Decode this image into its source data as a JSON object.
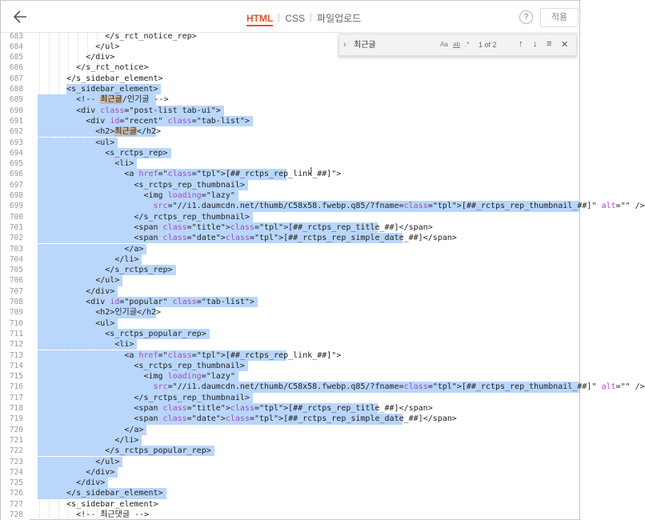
{
  "header": {
    "back_icon": "arrow-left-icon",
    "tabs": [
      {
        "label": "HTML",
        "active": true
      },
      {
        "label": "CSS",
        "active": false
      },
      {
        "label": "파일업로드",
        "active": false
      }
    ],
    "help_label": "?",
    "apply_label": "적용"
  },
  "find": {
    "query": "최근글",
    "match_case": "Aa",
    "whole_word": "ab",
    "regex": ".*",
    "count": "1 of 2",
    "prev_icon": "arrow-up-icon",
    "next_icon": "arrow-down-icon",
    "in_selection_icon": "list-icon",
    "close_icon": "close-icon"
  },
  "colors": {
    "accent": "#e0542b",
    "selection": "#b9d6fb",
    "match": "#c9b7a3"
  },
  "lines": [
    {
      "n": "683",
      "t": "              </s_rct_notice_rep>",
      "sel": false
    },
    {
      "n": "684",
      "t": "            </ul>",
      "sel": false
    },
    {
      "n": "685",
      "t": "          </div>",
      "sel": false
    },
    {
      "n": "686",
      "t": "        </s_rct_notice>",
      "sel": false
    },
    {
      "n": "687",
      "t": "      </s_sidebar_element>",
      "sel": false
    },
    {
      "n": "688",
      "t": "      <s_sidebar_element>",
      "sel": true
    },
    {
      "n": "689",
      "t": "        <!-- 최근글/인기글 -->",
      "sel": true
    },
    {
      "n": "690",
      "t": "        <div class=\"post-list tab-ui\">",
      "sel": true
    },
    {
      "n": "691",
      "t": "          <div id=\"recent\" class=\"tab-list\">",
      "sel": true
    },
    {
      "n": "692",
      "t": "            <h2>최근글</h2>",
      "sel": true
    },
    {
      "n": "693",
      "t": "            <ul>",
      "sel": true
    },
    {
      "n": "694",
      "t": "              <s_rctps_rep>",
      "sel": true
    },
    {
      "n": "695",
      "t": "                <li>",
      "sel": true
    },
    {
      "n": "696",
      "t": "                  <a href=\"[##_rctps_rep_link_##]\">",
      "sel": true
    },
    {
      "n": "697",
      "t": "                    <s_rctps_rep_thumbnail>",
      "sel": true
    },
    {
      "n": "698",
      "t": "                      <img loading=\"lazy\"",
      "sel": true
    },
    {
      "n": "699",
      "t": "                        src=\"//i1.daumcdn.net/thumb/C58x58.fwebp.q85/?fname=[##_rctps_rep_thumbnail_##]\" alt=\"\" />",
      "sel": true
    },
    {
      "n": "700",
      "t": "                    </s_rctps_rep_thumbnail>",
      "sel": true
    },
    {
      "n": "701",
      "t": "                    <span class=\"title\">[##_rctps_rep_title_##]</span>",
      "sel": true
    },
    {
      "n": "702",
      "t": "                    <span class=\"date\">[##_rctps_rep_simple_date_##]</span>",
      "sel": true
    },
    {
      "n": "703",
      "t": "                  </a>",
      "sel": true
    },
    {
      "n": "704",
      "t": "                </li>",
      "sel": true
    },
    {
      "n": "705",
      "t": "              </s_rctps_rep>",
      "sel": true
    },
    {
      "n": "706",
      "t": "            </ul>",
      "sel": true
    },
    {
      "n": "707",
      "t": "          </div>",
      "sel": true
    },
    {
      "n": "708",
      "t": "          <div id=\"popular\" class=\"tab-list\">",
      "sel": true
    },
    {
      "n": "709",
      "t": "            <h2>인기글</h2>",
      "sel": true
    },
    {
      "n": "710",
      "t": "            <ul>",
      "sel": true
    },
    {
      "n": "711",
      "t": "              <s_rctps_popular_rep>",
      "sel": true
    },
    {
      "n": "712",
      "t": "                <li>",
      "sel": true
    },
    {
      "n": "713",
      "t": "                  <a href=\"[##_rctps_rep_link_##]\">",
      "sel": true
    },
    {
      "n": "714",
      "t": "                    <s_rctps_rep_thumbnail>",
      "sel": true
    },
    {
      "n": "715",
      "t": "                      <img loading=\"lazy\"",
      "sel": true
    },
    {
      "n": "716",
      "t": "                        src=\"//i1.daumcdn.net/thumb/C58x58.fwebp.q85/?fname=[##_rctps_rep_thumbnail_##]\" alt=\"\" />",
      "sel": true
    },
    {
      "n": "717",
      "t": "                    </s_rctps_rep_thumbnail>",
      "sel": true
    },
    {
      "n": "718",
      "t": "                    <span class=\"title\">[##_rctps_rep_title_##]</span>",
      "sel": true
    },
    {
      "n": "719",
      "t": "                    <span class=\"date\">[##_rctps_rep_simple_date_##]</span>",
      "sel": true
    },
    {
      "n": "720",
      "t": "                  </a>",
      "sel": true
    },
    {
      "n": "721",
      "t": "                </li>",
      "sel": true
    },
    {
      "n": "722",
      "t": "              </s_rctps_popular_rep>",
      "sel": true
    },
    {
      "n": "723",
      "t": "            </ul>",
      "sel": true
    },
    {
      "n": "724",
      "t": "          </div>",
      "sel": true
    },
    {
      "n": "725",
      "t": "        </div>",
      "sel": true
    },
    {
      "n": "726",
      "t": "      </s_sidebar_element>",
      "sel": true
    },
    {
      "n": "727",
      "t": "      <s_sidebar_element>",
      "sel": false
    },
    {
      "n": "728",
      "t": "        <!-- 최근댓글 -->",
      "sel": false
    }
  ]
}
